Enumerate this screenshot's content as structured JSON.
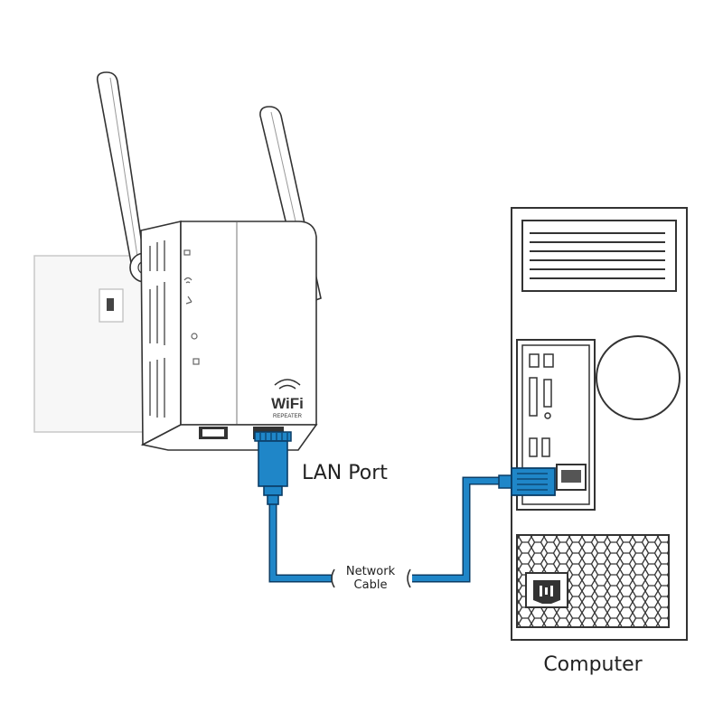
{
  "diagram": {
    "labels": {
      "lan_port": "LAN Port",
      "network_cable_line1": "Network",
      "network_cable_line2": "Cable",
      "computer": "Computer"
    },
    "repeater_logo": {
      "wifi": "WiFi",
      "repeater": "REPEATER"
    },
    "colors": {
      "cable": "#1f86c8",
      "cable_outline": "#0b3d66",
      "line": "#333333"
    },
    "icons": [
      "wall-outlet-icon",
      "wifi-repeater-device",
      "rj45-connector-icon",
      "computer-tower-icon",
      "power-socket-icon"
    ]
  }
}
